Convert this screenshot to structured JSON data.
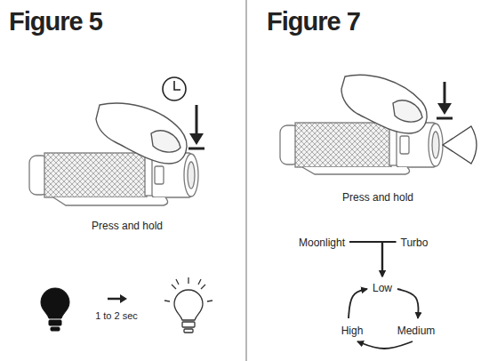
{
  "diagram": {
    "nodes": [
      {
        "text": [
          "Moonlight"
        ]
      },
      {
        "text": [
          "Turbo"
        ]
      },
      {
        "text": [
          "Low"
        ]
      },
      {
        "text": [
          "Medium"
        ]
      },
      {
        "text": [
          "High"
        ]
      }
    ],
    "edges": [
      {
        "from": 0,
        "to": 2,
        "arrow": "to"
      },
      {
        "from": 1,
        "to": 2,
        "arrow": "to"
      },
      {
        "from": 2,
        "to": 3,
        "arrow": "to"
      },
      {
        "from": 3,
        "to": 4,
        "arrow": "to"
      },
      {
        "from": 4,
        "to": 2,
        "arrow": "to"
      }
    ],
    "labels": [
      "Figure 5",
      "Press and hold",
      "1 to 2 sec",
      "Figure 7",
      "Press and hold"
    ]
  }
}
